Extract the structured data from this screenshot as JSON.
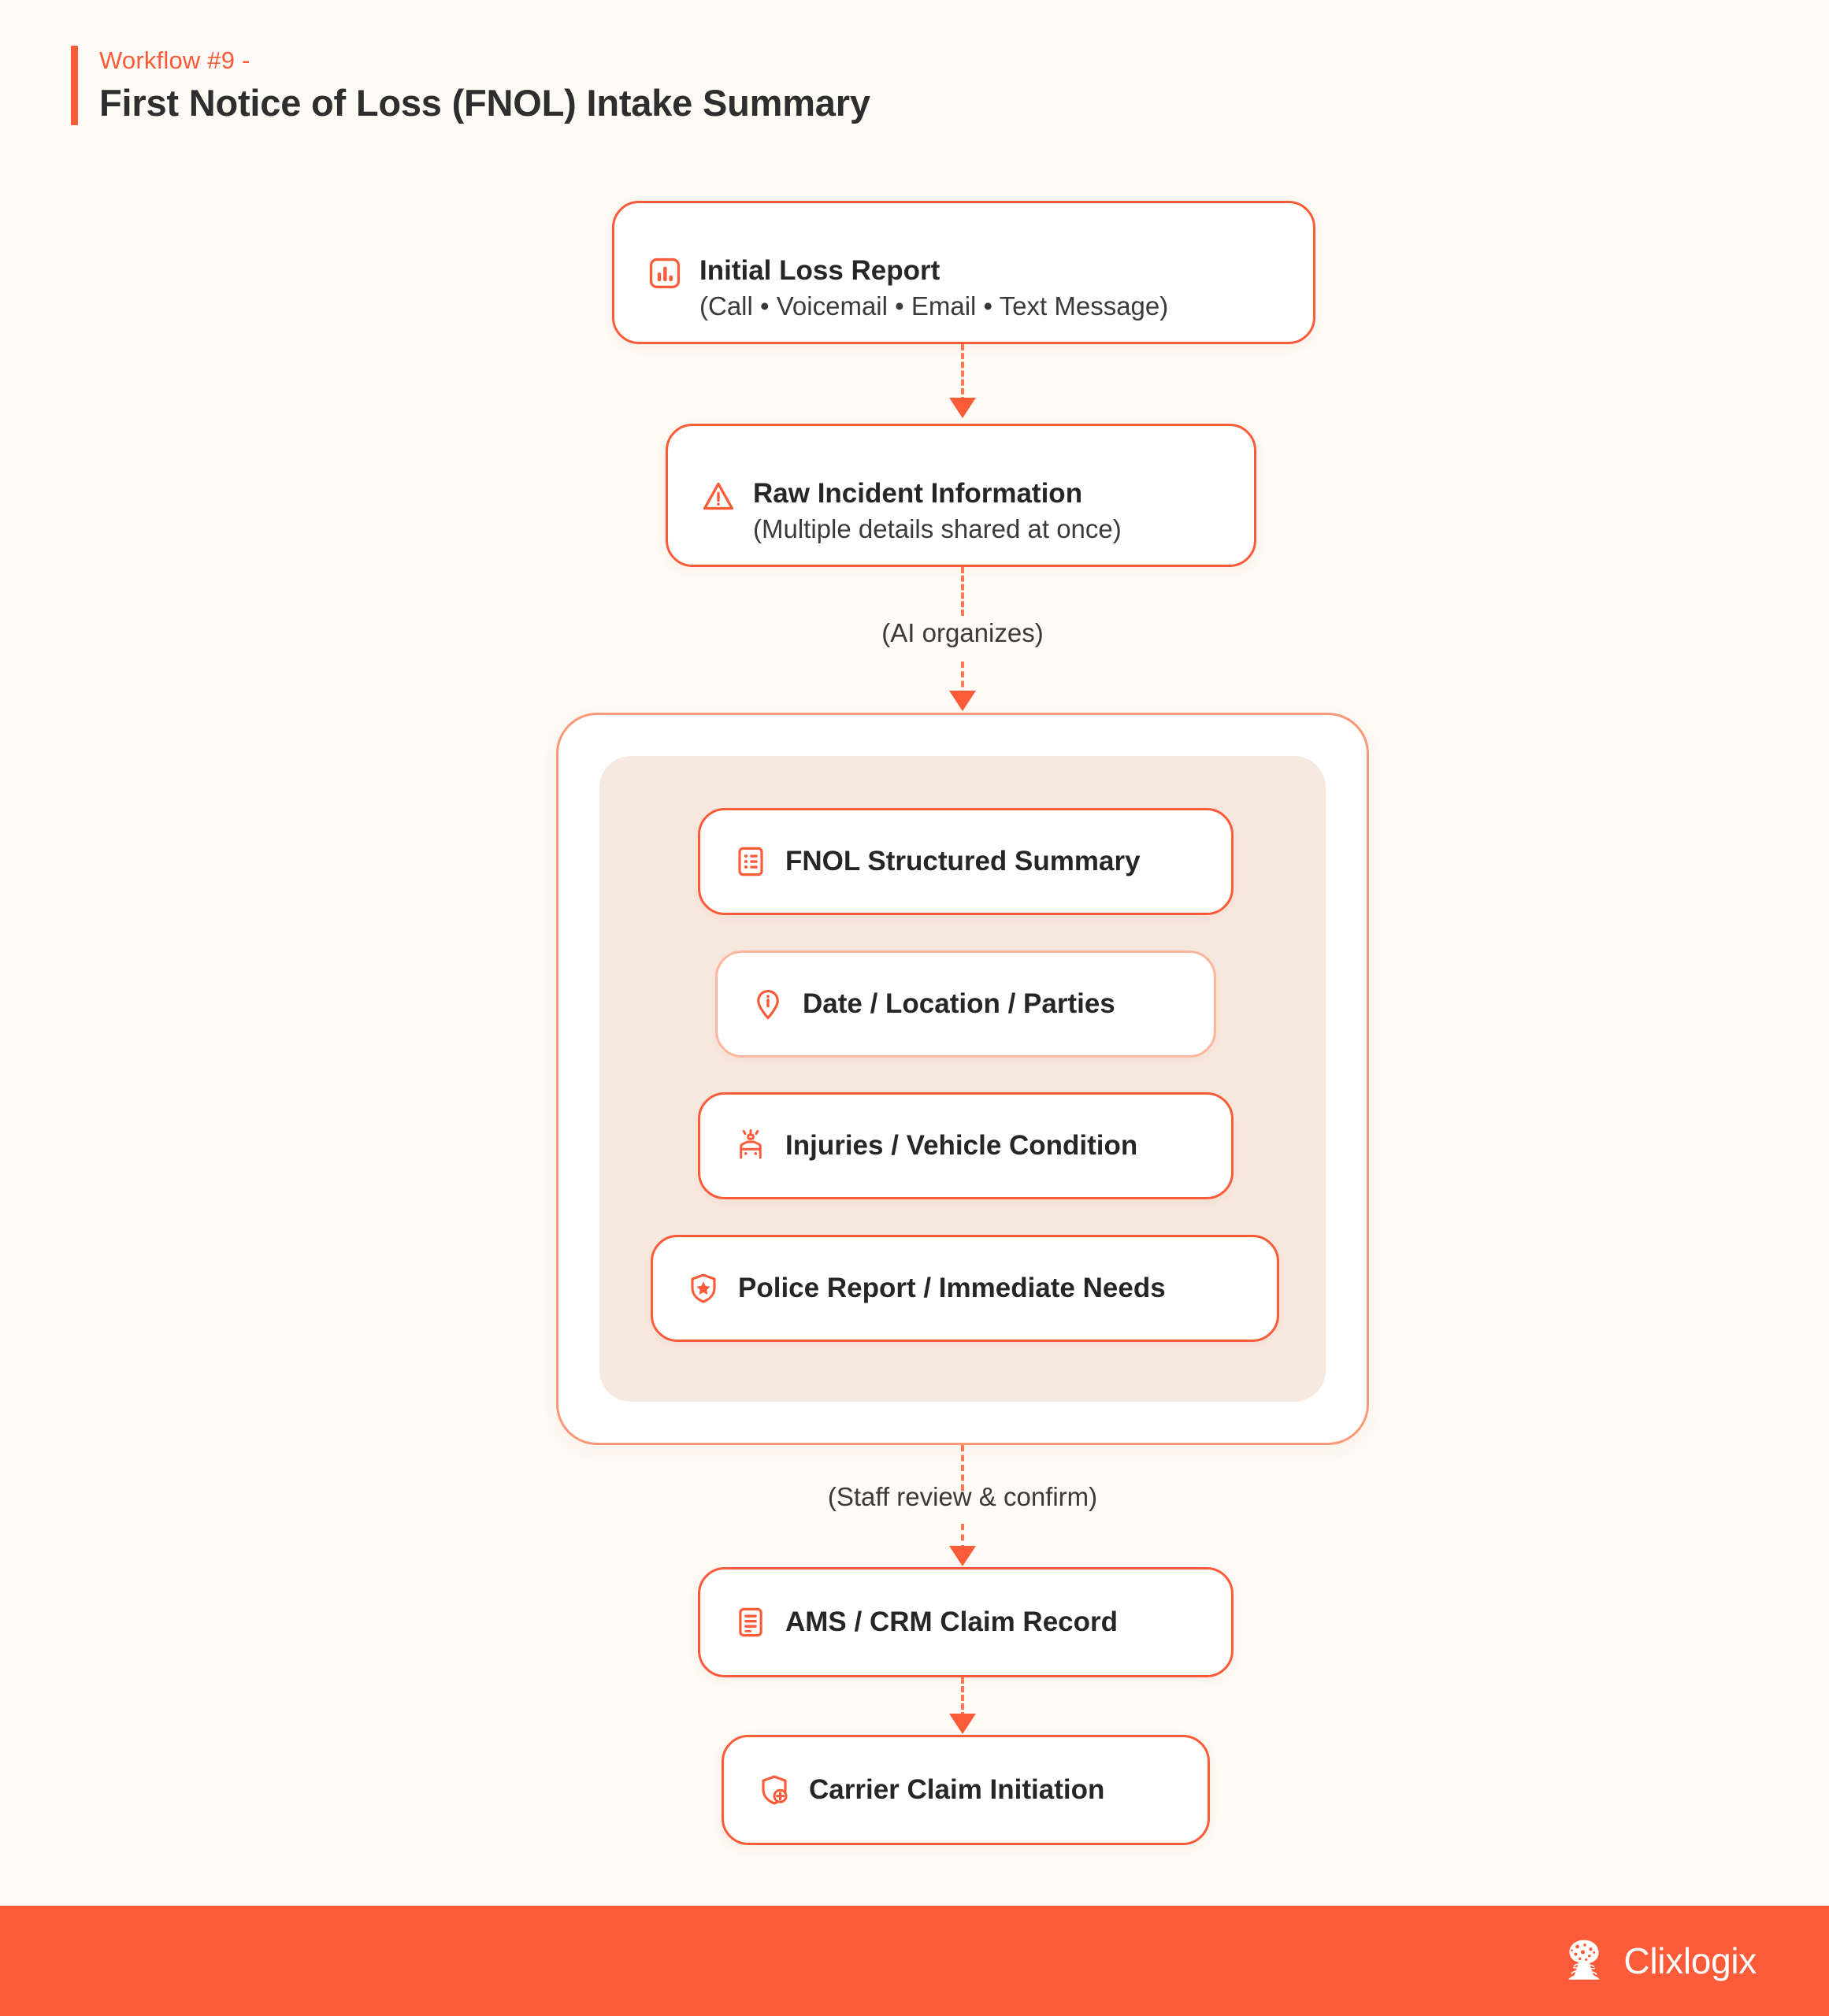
{
  "header": {
    "eyebrow": "Workflow #9 -",
    "title": "First Notice of Loss (FNOL) Intake Summary",
    "accent_color": "#FB5B38"
  },
  "theme": {
    "background": "#FEFAF5",
    "accent": "#FB5B38",
    "accent_soft": "#FAB79E",
    "panel": "#F7E9DF",
    "text": "#262626"
  },
  "flow": {
    "nodes": [
      {
        "id": "initial-loss-report",
        "icon": "bar-chart-icon",
        "title": "Initial Loss Report",
        "subtitle": "(Call • Voicemail • Email • Text Message)"
      },
      {
        "id": "raw-incident-information",
        "icon": "warning-triangle-icon",
        "title": "Raw Incident Information",
        "subtitle": "(Multiple details shared at once)"
      },
      {
        "id": "fnol-structured-summary",
        "icon": "list-document-icon",
        "title": "FNOL Structured Summary",
        "subtitle": ""
      },
      {
        "id": "date-location-parties",
        "icon": "map-pin-info-icon",
        "title": "Date / Location / Parties",
        "subtitle": ""
      },
      {
        "id": "injuries-vehicle-condition",
        "icon": "ambulance-icon",
        "title": "Injuries / Vehicle Condition",
        "subtitle": ""
      },
      {
        "id": "police-report-immediate-needs",
        "icon": "shield-star-icon",
        "title": "Police Report / Immediate Needs",
        "subtitle": ""
      },
      {
        "id": "ams-crm-claim-record",
        "icon": "document-lines-icon",
        "title": "AMS / CRM Claim Record",
        "subtitle": ""
      },
      {
        "id": "carrier-claim-initiation",
        "icon": "shield-plus-icon",
        "title": "Carrier Claim Initiation",
        "subtitle": ""
      }
    ],
    "connector_labels": [
      {
        "id": "ai-organizes",
        "text": "(AI organizes)"
      },
      {
        "id": "staff-review-confirm",
        "text": "(Staff review & confirm)"
      }
    ]
  },
  "footer": {
    "brand": "Clixlogix",
    "logo_icon": "tree-logo-icon",
    "background": "#FB5B38"
  }
}
